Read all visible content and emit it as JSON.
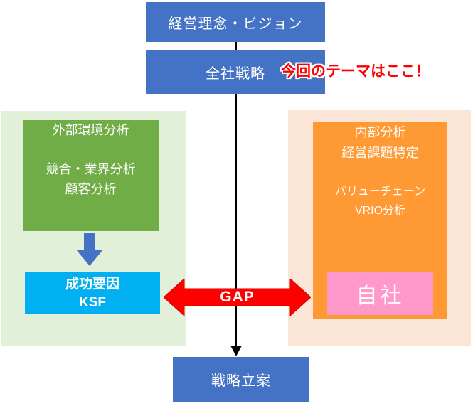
{
  "colors": {
    "blue": "#4472C4",
    "green": "#70AD47",
    "light_green": "#E2F0D9",
    "orange": "#FF9933",
    "peach": "#FBE5D6",
    "cyan": "#00B0F0",
    "pink": "#FF99CC",
    "red": "#FF0000",
    "red_dark": "#D00000",
    "black": "#000000"
  },
  "flow": {
    "vision": "経営理念・ビジョン",
    "corporate_strategy": "全社戦略",
    "annotation": "今回のテーマはここ！",
    "gap": "GAP",
    "strategy_planning": "戦略立案"
  },
  "external": {
    "title": "外部環境分析",
    "line2": "競合・業界分析",
    "line3": "顧客分析",
    "ksf_line1": "成功要因",
    "ksf_line2": "KSF"
  },
  "internal": {
    "line1": "内部分析",
    "line2": "経営課題特定",
    "line3": "バリューチェーン",
    "line4": "VRIO分析",
    "company": "自社"
  }
}
